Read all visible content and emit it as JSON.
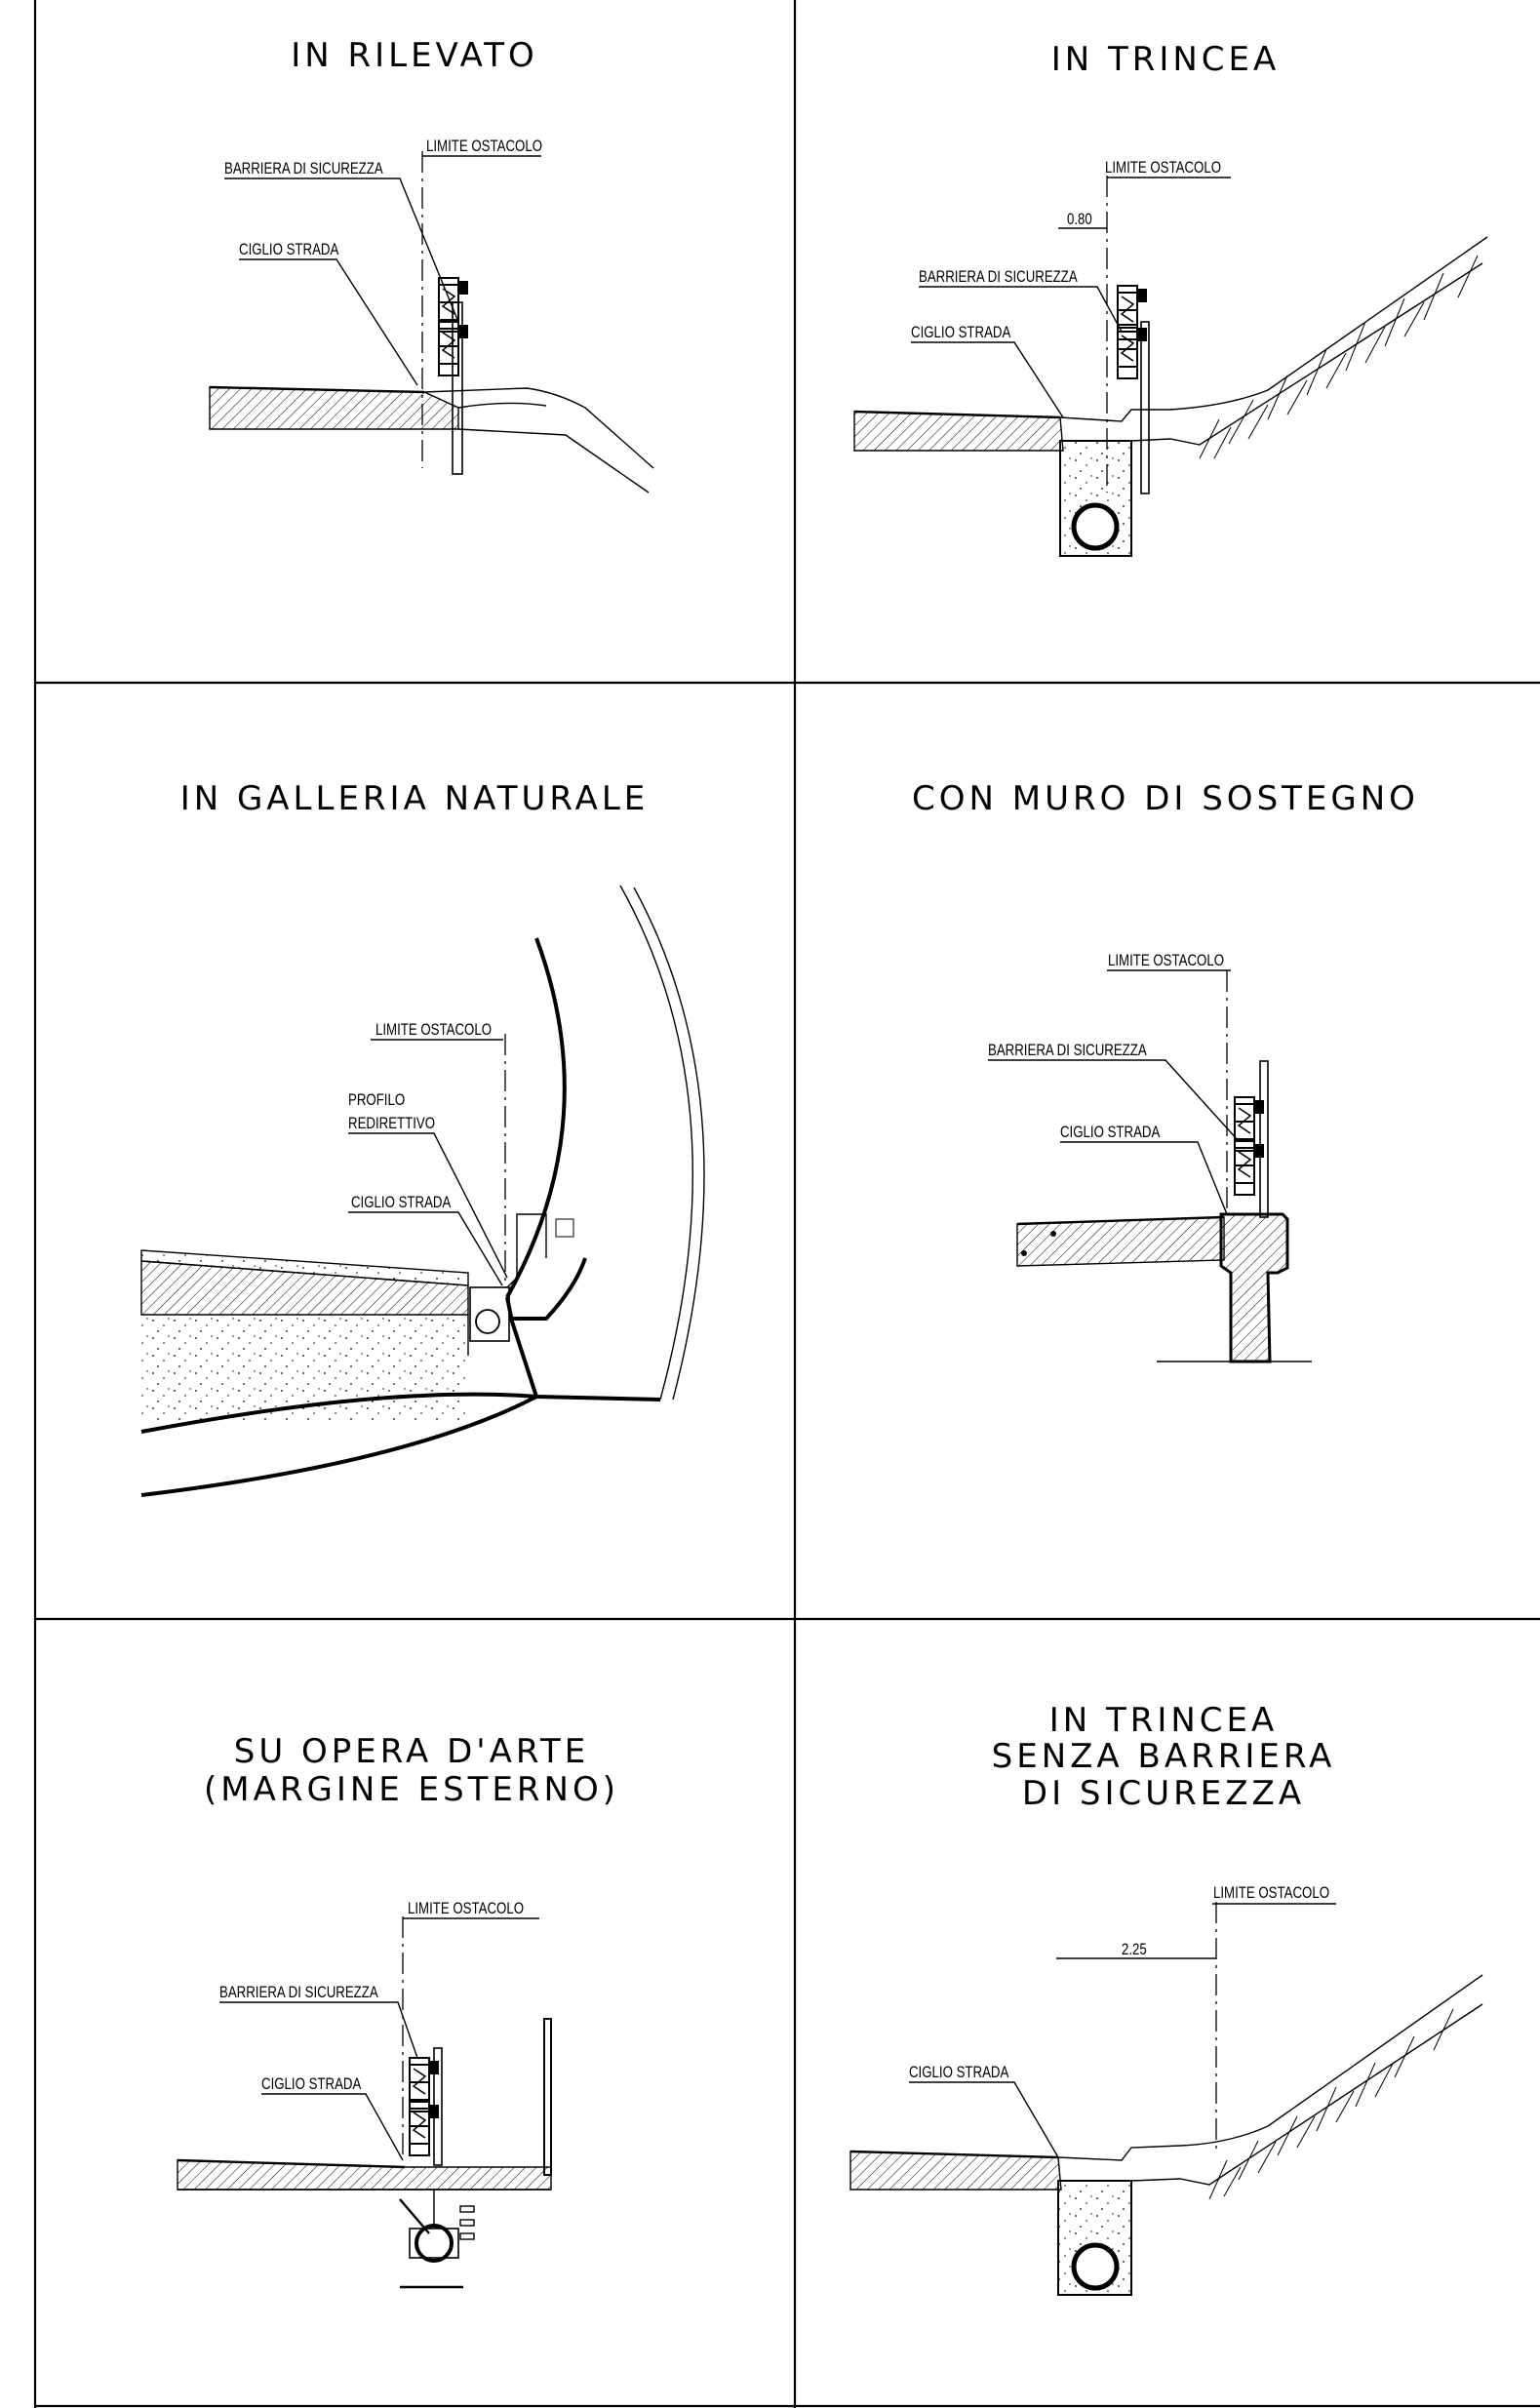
{
  "panels": [
    {
      "title": [
        "IN  RILEVATO"
      ],
      "labels": {
        "limite": "LIMITE  OSTACOLO",
        "barriera": "BARRIERA  DI  SICUREZZA",
        "ciglio": "CIGLIO  STRADA"
      }
    },
    {
      "title": [
        "IN  TRINCEA"
      ],
      "labels": {
        "limite": "LIMITE  OSTACOLO",
        "dimension": "0.80",
        "barriera": "BARRIERA  DI  SICUREZZA",
        "ciglio": "CIGLIO  STRADA"
      }
    },
    {
      "title": [
        "IN  GALLERIA  NATURALE"
      ],
      "labels": {
        "limite": "LIMITE  OSTACOLO",
        "profilo_1": "PROFILO",
        "profilo_2": "REDIRETTIVO",
        "ciglio": "CIGLIO  STRADA"
      }
    },
    {
      "title": [
        "CON  MURO  DI  SOSTEGNO"
      ],
      "labels": {
        "limite": "LIMITE  OSTACOLO",
        "barriera": "BARRIERA  DI  SICUREZZA",
        "ciglio": "CIGLIO  STRADA"
      }
    },
    {
      "title": [
        "SU  OPERA  D'ARTE",
        "(MARGINE  ESTERNO)"
      ],
      "labels": {
        "limite": "LIMITE  OSTACOLO",
        "barriera": "BARRIERA  DI  SICUREZZA",
        "ciglio": "CIGLIO  STRADA"
      }
    },
    {
      "title": [
        "IN  TRINCEA",
        "SENZA  BARRIERA",
        "DI  SICUREZZA"
      ],
      "labels": {
        "limite": "LIMITE  OSTACOLO",
        "dimension": "2.25",
        "ciglio": "CIGLIO  STRADA"
      }
    }
  ]
}
